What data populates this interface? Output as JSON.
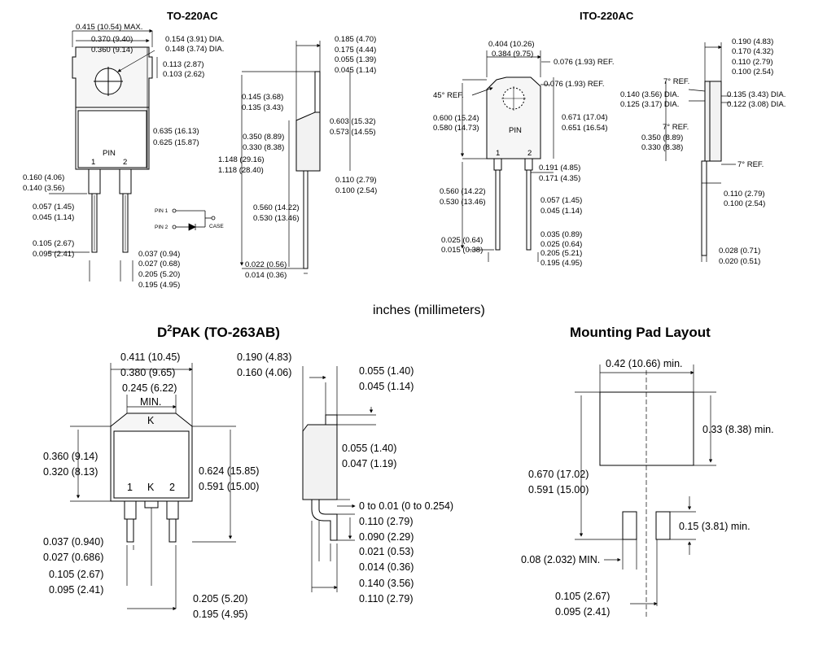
{
  "titles": {
    "to220ac": "TO-220AC",
    "ito220ac": "ITO-220AC",
    "units": "inches (millimeters)",
    "d2pak_d": "D",
    "d2pak_sup": "2",
    "d2pak_rest": "PAK (TO-263AB)",
    "pad": "Mounting Pad Layout"
  },
  "to220": {
    "width_max": "0.415 (10.54) MAX.",
    "w1": "0.370 (9.40)",
    "w2": "0.360 (9.14)",
    "hole1": "0.154 (3.91) DIA.",
    "hole2": "0.148 (3.74) DIA.",
    "tab1": "0.113 (2.87)",
    "tab2": "0.103 (2.62)",
    "body1": "0.635 (16.13)",
    "body2": "0.625 (15.87)",
    "pin_label": "PIN",
    "pin1": "1",
    "pin2": "2",
    "shoulder1": "0.160 (4.06)",
    "shoulder2": "0.140 (3.56)",
    "lead1": "0.057 (1.45)",
    "lead2": "0.045 (1.14)",
    "pitch1": "0.105 (2.67)",
    "pitch2": "0.095 (2.41)",
    "lw1": "0.037 (0.94)",
    "lw2": "0.027 (0.68)",
    "sp1": "0.205 (5.20)",
    "sp2": "0.195 (4.95)",
    "sch_pin1": "PIN 1",
    "sch_pin2": "PIN 2",
    "sch_case": "CASE",
    "side_t1": "0.185 (4.70)",
    "side_t2": "0.175 (4.44)",
    "side_t3": "0.055 (1.39)",
    "side_t4": "0.045 (1.14)",
    "side_a1": "0.145 (3.68)",
    "side_a2": "0.135 (3.43)",
    "side_b1": "0.350 (8.89)",
    "side_b2": "0.330 (8.38)",
    "side_c1": "0.603 (15.32)",
    "side_c2": "0.573 (14.55)",
    "side_h1": "1.148 (29.16)",
    "side_h2": "1.118 (28.40)",
    "side_d1": "0.110 (2.79)",
    "side_d2": "0.100 (2.54)",
    "side_e1": "0.560 (14.22)",
    "side_e2": "0.530 (13.46)",
    "side_f1": "0.022 (0.56)",
    "side_f2": "0.014 (0.36)"
  },
  "ito220": {
    "w1": "0.404 (10.26)",
    "w2": "0.384 (9.75)",
    "ref1": "0.076 (1.93) REF.",
    "ref2": "0.076 (1.93) REF.",
    "chamfer": "45° REF.",
    "h1": "0.600 (15.24)",
    "h2": "0.580 (14.73)",
    "r1": "0.671 (17.04)",
    "r2": "0.651 (16.54)",
    "pin_label": "PIN",
    "pin1": "1",
    "pin2": "2",
    "p1": "0.191 (4.85)",
    "p2": "0.171 (4.35)",
    "l1": "0.560 (14.22)",
    "l2": "0.530 (13.46)",
    "lw1": "0.057 (1.45)",
    "lw2": "0.045 (1.14)",
    "tk1": "0.025 (0.64)",
    "tk2": "0.015 (0.38)",
    "ld1": "0.035 (0.89)",
    "ld2": "0.025 (0.64)",
    "sp1": "0.205 (5.21)",
    "sp2": "0.195 (4.95)",
    "s_t1": "0.190 (4.83)",
    "s_t2": "0.170 (4.32)",
    "s_t3": "0.110 (2.79)",
    "s_t4": "0.100 (2.54)",
    "ang1": "7° REF.",
    "ang2": "7° REF.",
    "ang3": "7° REF.",
    "s_h1": "0.140 (3.56) DIA.",
    "s_h2": "0.125 (3.17) DIA.",
    "s_h3": "0.135 (3.43) DIA.",
    "s_h4": "0.122 (3.08) DIA.",
    "s_b1": "0.350 (8.89)",
    "s_b2": "0.330 (8.38)",
    "s_d1": "0.110 (2.79)",
    "s_d2": "0.100 (2.54)",
    "s_e1": "0.028 (0.71)",
    "s_e2": "0.020 (0.51)"
  },
  "d2pak": {
    "w1": "0.411 (10.45)",
    "w2": "0.380 (9.65)",
    "min1": "0.245 (6.22)",
    "min2": "MIN.",
    "k_top": "K",
    "h1": "0.360 (9.14)",
    "h2": "0.320 (8.13)",
    "t1": "0.624 (15.85)",
    "t2": "0.591 (15.00)",
    "pin1": "1",
    "pink": "K",
    "pin2": "2",
    "lw1": "0.037 (0.940)",
    "lw2": "0.027 (0.686)",
    "p1": "0.105 (2.67)",
    "p2": "0.095 (2.41)",
    "sp1": "0.205 (5.20)",
    "sp2": "0.195 (4.95)",
    "s_a1": "0.190 (4.83)",
    "s_a2": "0.160 (4.06)",
    "s_b1": "0.055 (1.40)",
    "s_b2": "0.045 (1.14)",
    "s_c1": "0.055 (1.40)",
    "s_c2": "0.047 (1.19)",
    "s_d": "0 to 0.01 (0 to 0.254)",
    "s_e1": "0.110 (2.79)",
    "s_e2": "0.090 (2.29)",
    "s_f1": "0.021 (0.53)",
    "s_f2": "0.014 (0.36)",
    "s_g1": "0.140 (3.56)",
    "s_g2": "0.110 (2.79)"
  },
  "pad": {
    "w": "0.42 (10.66) min.",
    "h": "0.33 (8.38) min.",
    "t1": "0.670 (17.02)",
    "t2": "0.591 (15.00)",
    "p": "0.15 (3.81) min.",
    "g": "0.08 (2.032) MIN.",
    "s1": "0.105 (2.67)",
    "s2": "0.095 (2.41)"
  }
}
